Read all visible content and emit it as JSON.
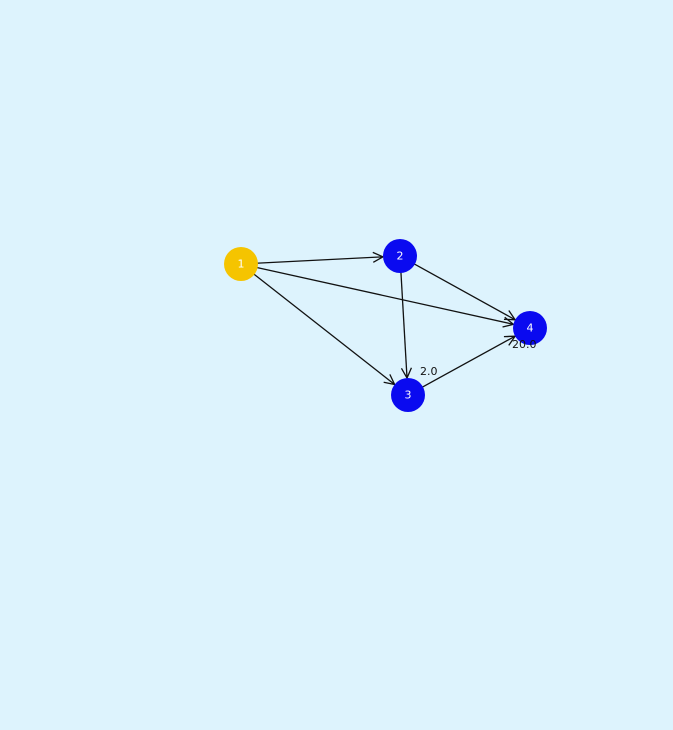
{
  "graph": {
    "nodes": [
      {
        "id": "1",
        "label": "1",
        "color": "#f5c400"
      },
      {
        "id": "2",
        "label": "2",
        "color": "#0a0af0"
      },
      {
        "id": "3",
        "label": "3",
        "color": "#0a0af0"
      },
      {
        "id": "4",
        "label": "4",
        "color": "#0a0af0"
      }
    ],
    "edges": [
      {
        "from": "1",
        "to": "2",
        "label": ""
      },
      {
        "from": "1",
        "to": "3",
        "label": ""
      },
      {
        "from": "1",
        "to": "4",
        "label": ""
      },
      {
        "from": "2",
        "to": "3",
        "label": "2.0"
      },
      {
        "from": "2",
        "to": "4",
        "label": ""
      },
      {
        "from": "3",
        "to": "4",
        "label": "20.0"
      }
    ]
  },
  "colors": {
    "background": "#ddf3fd",
    "edge": "#111111",
    "node_text": "#ffffff"
  }
}
